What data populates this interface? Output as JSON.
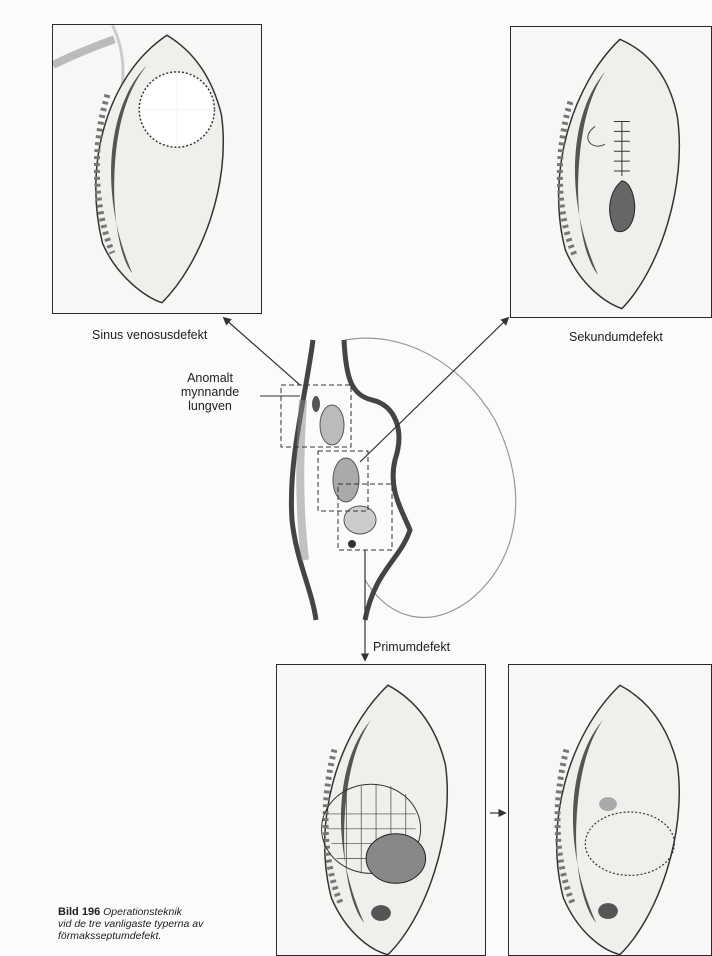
{
  "labels": {
    "sinus": "Sinus venosusdefekt",
    "sekundum": "Sekundumdefekt",
    "primum": "Primumdefekt",
    "anomalt_line1": "Anomalt",
    "anomalt_line2": "mynnande",
    "anomalt_line3": "lungven"
  },
  "caption": {
    "number": "Bild 196",
    "line1": "Operationsteknik",
    "line2": "vid de tre vanligaste typerna av",
    "line3": "förmaksseptumdefekt."
  }
}
